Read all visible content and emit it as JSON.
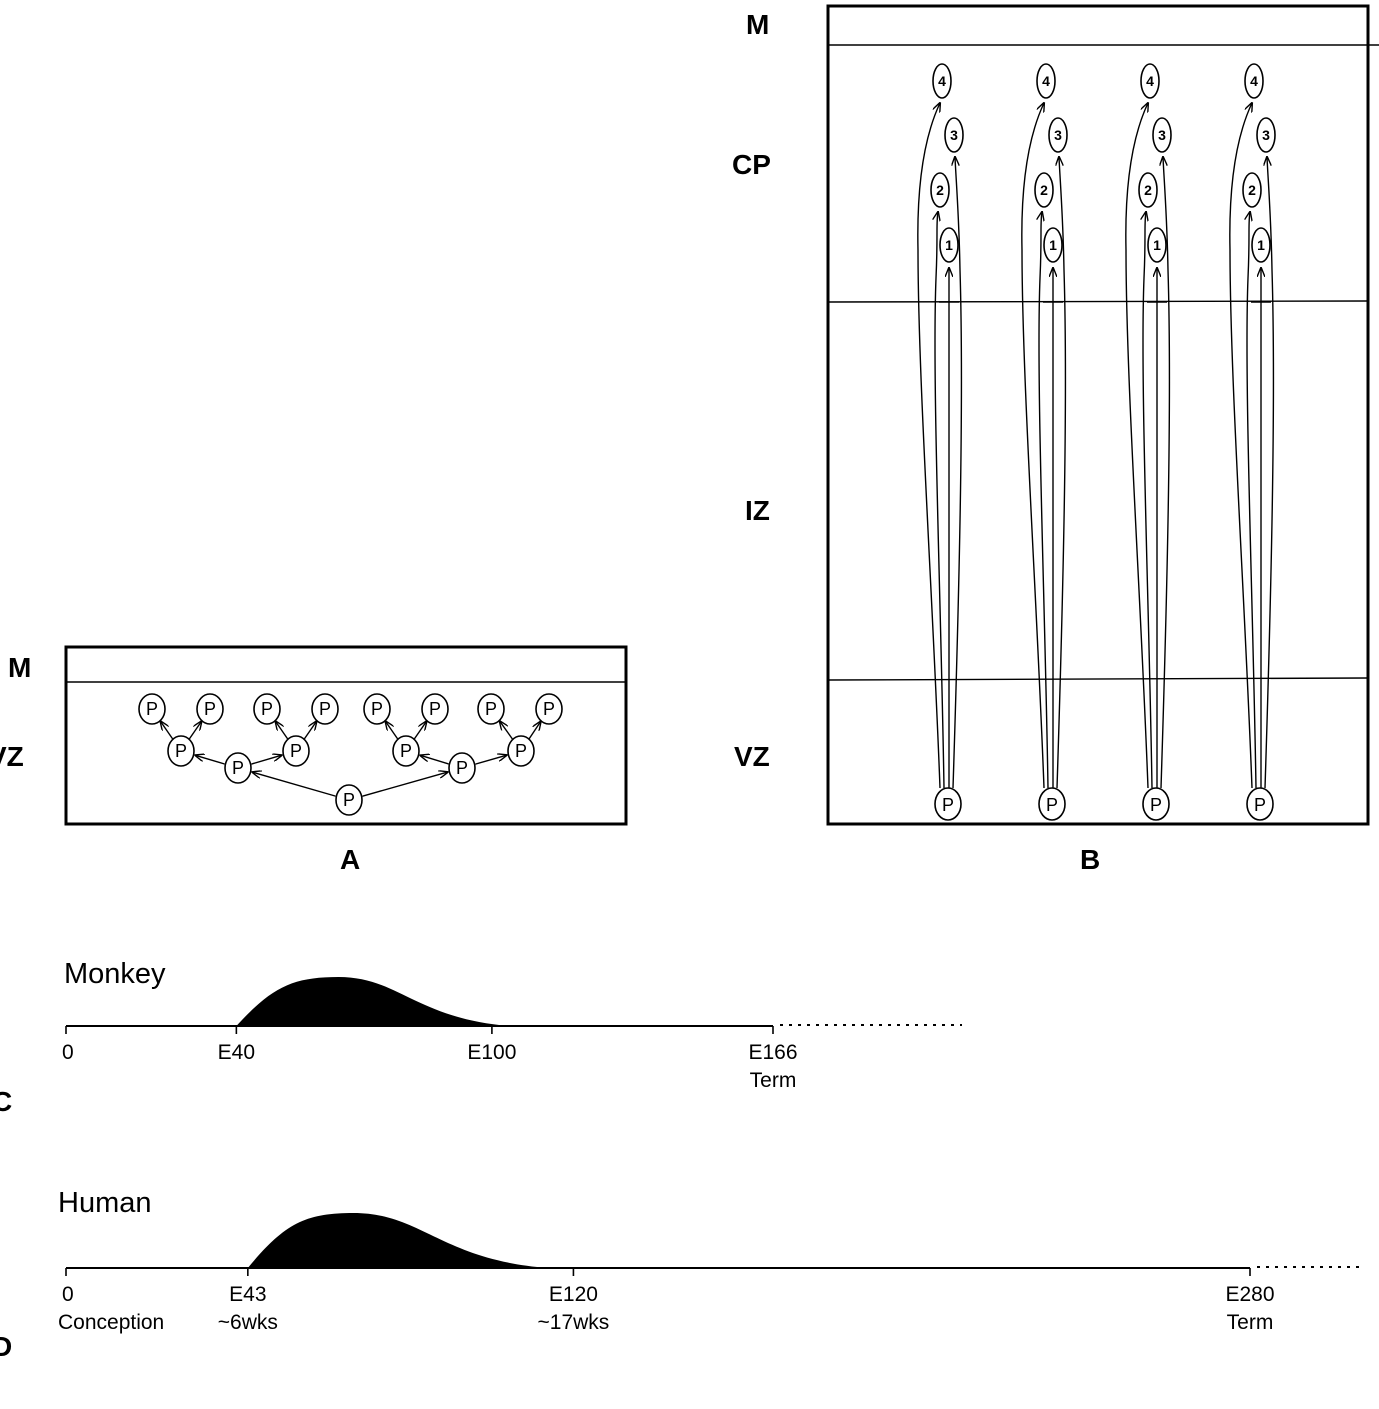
{
  "panel_a": {
    "label": "A",
    "zone_labels": {
      "m": "M",
      "vz": "VZ"
    },
    "cell_label": "P"
  },
  "panel_b": {
    "label": "B",
    "zone_labels": {
      "m": "M",
      "cp": "CP",
      "iz": "IZ",
      "vz": "VZ"
    },
    "cell_label": "P",
    "neuron_labels": [
      "1",
      "2",
      "3",
      "4"
    ],
    "column_count": 4
  },
  "panel_c": {
    "letter": "C",
    "species": "Monkey",
    "ticks": [
      {
        "value": 0,
        "lines": [
          "0"
        ]
      },
      {
        "value": 40,
        "lines": [
          "E40"
        ]
      },
      {
        "value": 100,
        "lines": [
          "E100"
        ]
      },
      {
        "value": 166,
        "lines": [
          "E166",
          "Term"
        ]
      }
    ],
    "neurogenesis": {
      "start": 40,
      "peak": 64,
      "end": 104
    },
    "axis_max": 166
  },
  "panel_d": {
    "letter": "D",
    "species": "Human",
    "ticks": [
      {
        "value": 0,
        "lines": [
          "0",
          "Conception"
        ]
      },
      {
        "value": 43,
        "lines": [
          "E43",
          "~6wks"
        ]
      },
      {
        "value": 120,
        "lines": [
          "E120",
          "~17wks"
        ]
      },
      {
        "value": 280,
        "lines": [
          "E280",
          "Term"
        ]
      }
    ],
    "neurogenesis": {
      "start": 43,
      "peak": 68,
      "end": 114
    },
    "axis_max": 280
  }
}
